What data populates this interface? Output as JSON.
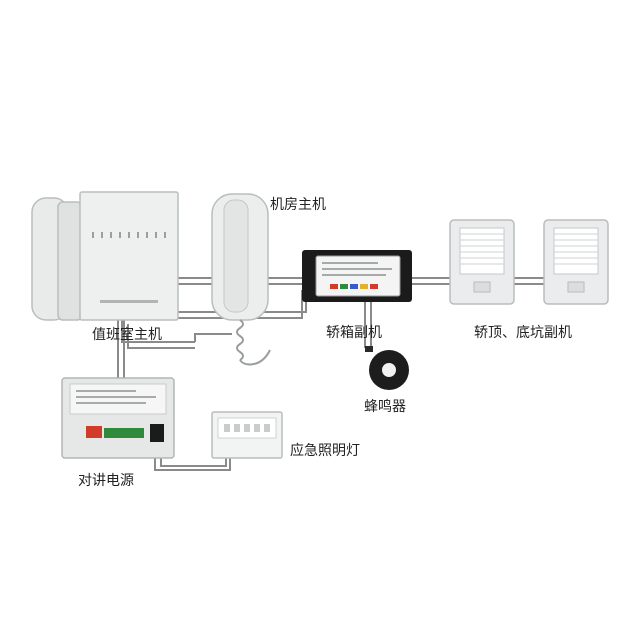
{
  "labels": {
    "duty_room_host": "值班室主机",
    "machine_room_host": "机房主机",
    "car_sub_unit": "轿箱副机",
    "top_pit_sub_units": "轿顶、底坑副机",
    "buzzer": "蜂鸣器",
    "emergency_light": "应急照明灯",
    "intercom_power": "对讲电源"
  },
  "colors": {
    "device_body": "#eef0ef",
    "device_edge": "#b9bdbc",
    "wire": "#8a8a8a",
    "terminal_red": "#d23a2a",
    "terminal_green": "#2f8a3c",
    "dark_box": "#1b1b1b"
  }
}
